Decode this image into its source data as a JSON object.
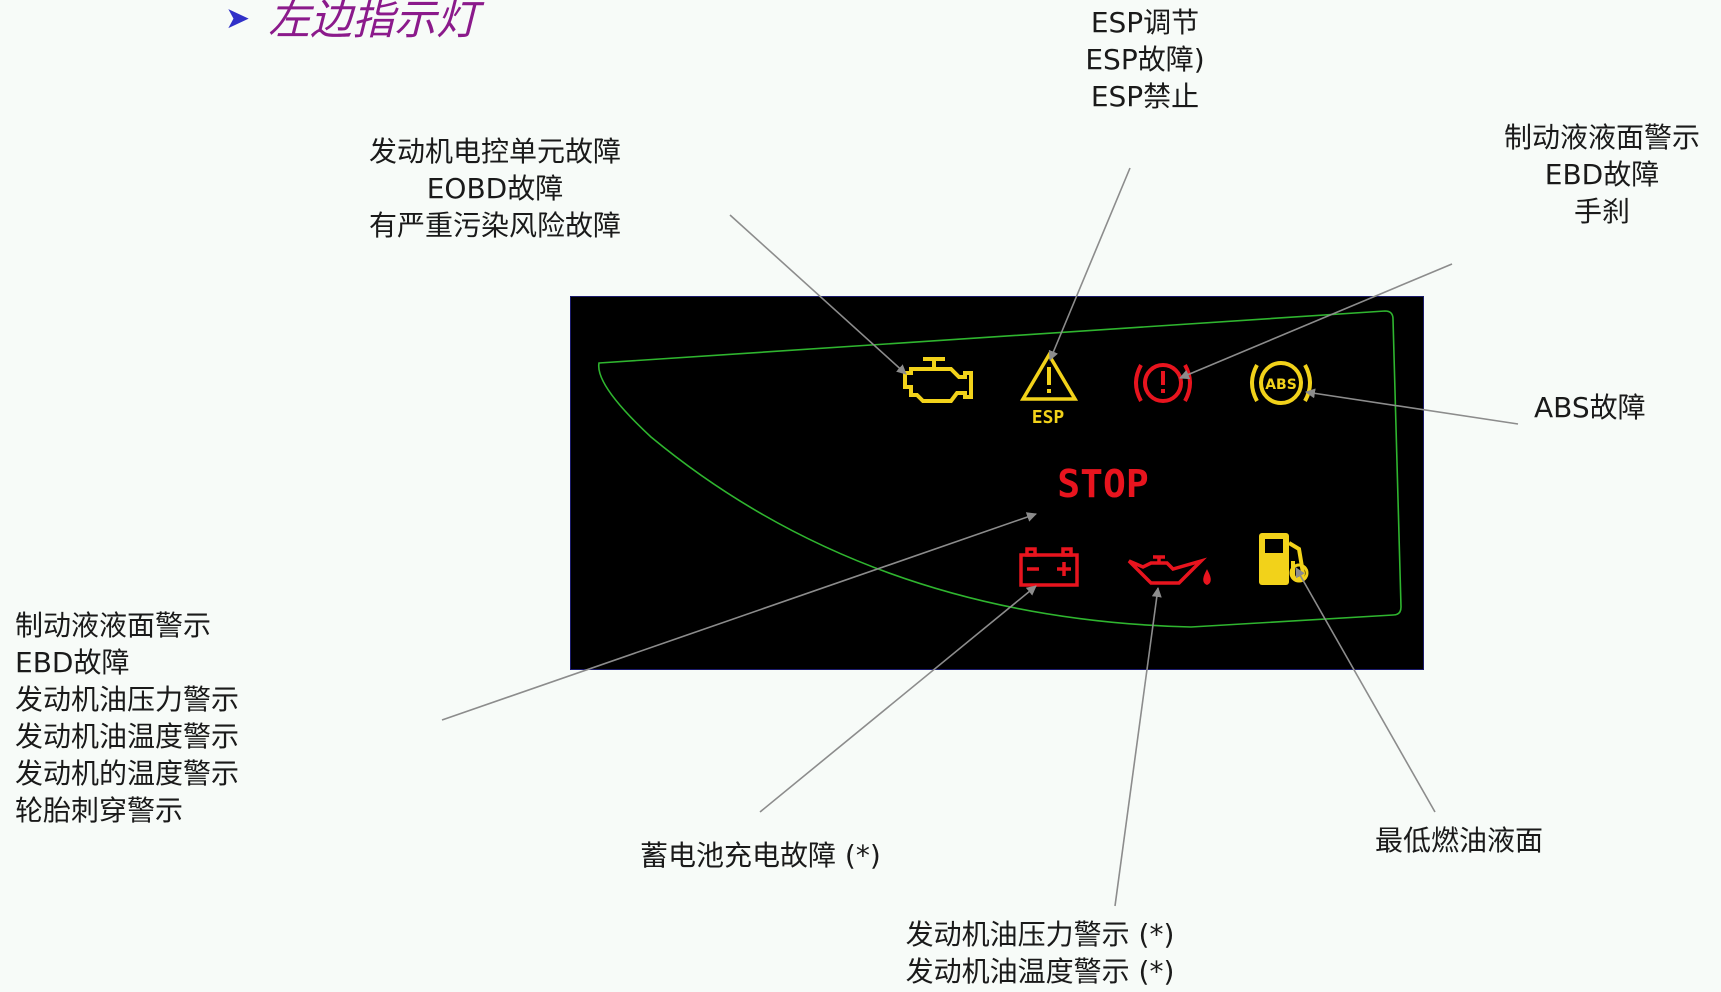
{
  "title": {
    "bullet": "➤",
    "text": "左边指示灯"
  },
  "labels": {
    "esp": [
      "ESP调节",
      "ESP故障)",
      "ESP禁止"
    ],
    "engine": [
      "发动机电控单元故障",
      "EOBD故障",
      "有严重污染风险故障"
    ],
    "brake_right": [
      "制动液液面警示",
      "EBD故障",
      "手刹"
    ],
    "abs": [
      "ABS故障"
    ],
    "stop": [
      "制动液液面警示",
      "EBD故障",
      "发动机油压力警示",
      "发动机油温度警示",
      "发动机的温度警示",
      "轮胎刺穿警示"
    ],
    "battery": [
      "蓄电池充电故障 (*)"
    ],
    "oil": [
      "发动机油压力警示 (*)",
      "发动机油温度警示 (*)"
    ],
    "fuel": [
      "最低燃油液面"
    ]
  },
  "panel": {
    "esp_icon_text": "ESP",
    "abs_icon_text": "ABS",
    "stop_text": "STOP"
  },
  "colors": {
    "amber": "#f2d21a",
    "red": "#e8141e",
    "outline": "#2fb52f",
    "arrow": "#8c8c8c"
  }
}
